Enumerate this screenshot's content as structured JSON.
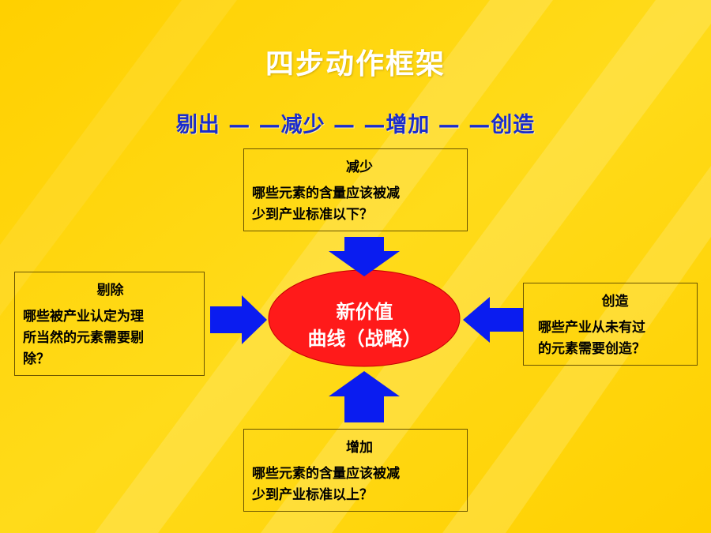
{
  "slide": {
    "title": "四步动作框架",
    "subtitle": "剔出 — —减少 — —增加 — —创造",
    "center": {
      "line1": "新价值",
      "line2": "曲线（战略）"
    },
    "boxes": {
      "top": {
        "title": "减少",
        "line1": "哪些元素的含量应该被减",
        "line2": "少到产业标准以下？"
      },
      "left": {
        "title": "剔除",
        "line1": "哪些被产业认定为理",
        "line2": "所当然的元素需要剔",
        "line3": "除？"
      },
      "right": {
        "title": "创造",
        "line1": "哪些产业从未有过",
        "line2": "的元素需要创造？"
      },
      "bottom": {
        "title": "增加",
        "line1": "哪些元素的含量应该被减",
        "line2": "少到产业标准以上？"
      }
    }
  },
  "colors": {
    "background": "#ffd400",
    "title": "#ffffff",
    "subtitle": "#1a2ccc",
    "ellipse": "#ff1a1a",
    "arrow": "#0a1cf0",
    "box_border": "#6a5400"
  },
  "icons": {
    "arrows": [
      "arrow-down-icon",
      "arrow-right-icon",
      "arrow-left-icon",
      "arrow-up-icon"
    ]
  }
}
